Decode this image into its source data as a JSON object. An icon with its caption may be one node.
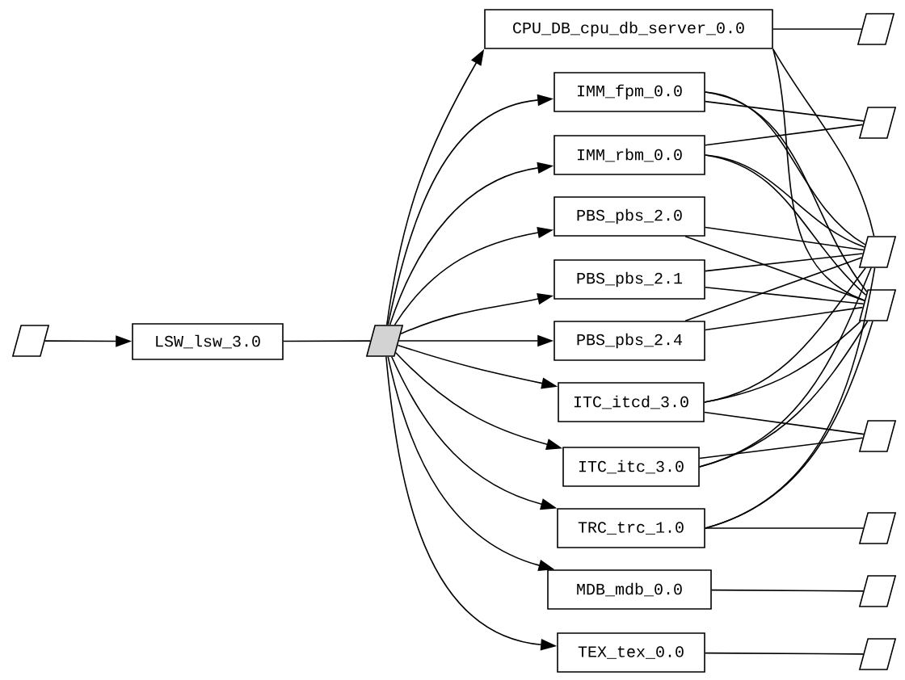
{
  "diagram": {
    "nodes": [
      {
        "text": [],
        "shape": "parallelogram"
      },
      {
        "text": [
          "LSW_lsw_3.0"
        ]
      },
      {
        "text": [],
        "shape": "parallelogram"
      },
      {
        "text": [
          "CPU_DB_cpu_db_server_0.0"
        ]
      },
      {
        "text": [
          "IMM_fpm_0.0"
        ]
      },
      {
        "text": [
          "IMM_rbm_0.0"
        ]
      },
      {
        "text": [
          "PBS_pbs_2.0"
        ]
      },
      {
        "text": [
          "PBS_pbs_2.1"
        ]
      },
      {
        "text": [
          "PBS_pbs_2.4"
        ]
      },
      {
        "text": [
          "ITC_itcd_3.0"
        ]
      },
      {
        "text": [
          "ITC_itc_3.0"
        ]
      },
      {
        "text": [
          "TRC_trc_1.0"
        ]
      },
      {
        "text": [
          "MDB_mdb_0.0"
        ]
      },
      {
        "text": [
          "TEX_tex_0.0"
        ]
      },
      {
        "text": [],
        "shape": "parallelogram"
      },
      {
        "text": [],
        "shape": "parallelogram"
      },
      {
        "text": [],
        "shape": "parallelogram"
      },
      {
        "text": [],
        "shape": "parallelogram"
      },
      {
        "text": [],
        "shape": "parallelogram"
      },
      {
        "text": [],
        "shape": "parallelogram"
      },
      {
        "text": [],
        "shape": "parallelogram"
      },
      {
        "text": [],
        "shape": "parallelogram"
      }
    ],
    "edges": [
      {
        "from": 0,
        "to": 1,
        "arrow": "to"
      },
      {
        "from": 1,
        "to": 2,
        "arrow": "none"
      },
      {
        "from": 2,
        "to": 3,
        "arrow": "to"
      },
      {
        "from": 2,
        "to": 4,
        "arrow": "to"
      },
      {
        "from": 2,
        "to": 5,
        "arrow": "to"
      },
      {
        "from": 2,
        "to": 6,
        "arrow": "to"
      },
      {
        "from": 2,
        "to": 7,
        "arrow": "to"
      },
      {
        "from": 2,
        "to": 8,
        "arrow": "to"
      },
      {
        "from": 2,
        "to": 9,
        "arrow": "to"
      },
      {
        "from": 2,
        "to": 10,
        "arrow": "to"
      },
      {
        "from": 2,
        "to": 11,
        "arrow": "to"
      },
      {
        "from": 2,
        "to": 12,
        "arrow": "to"
      },
      {
        "from": 2,
        "to": 13,
        "arrow": "to"
      },
      {
        "from": 3,
        "to": 14,
        "arrow": "none"
      },
      {
        "from": 3,
        "to": 16,
        "arrow": "none"
      },
      {
        "from": 3,
        "to": 17,
        "arrow": "none"
      },
      {
        "from": 4,
        "to": 15,
        "arrow": "none"
      },
      {
        "from": 4,
        "to": 16,
        "arrow": "none"
      },
      {
        "from": 4,
        "to": 17,
        "arrow": "none"
      },
      {
        "from": 5,
        "to": 15,
        "arrow": "none"
      },
      {
        "from": 5,
        "to": 16,
        "arrow": "none"
      },
      {
        "from": 5,
        "to": 17,
        "arrow": "none"
      },
      {
        "from": 6,
        "to": 16,
        "arrow": "none"
      },
      {
        "from": 6,
        "to": 17,
        "arrow": "none"
      },
      {
        "from": 7,
        "to": 16,
        "arrow": "none"
      },
      {
        "from": 7,
        "to": 17,
        "arrow": "none"
      },
      {
        "from": 8,
        "to": 16,
        "arrow": "none"
      },
      {
        "from": 8,
        "to": 17,
        "arrow": "none"
      },
      {
        "from": 9,
        "to": 16,
        "arrow": "none"
      },
      {
        "from": 9,
        "to": 17,
        "arrow": "none"
      },
      {
        "from": 9,
        "to": 18,
        "arrow": "none"
      },
      {
        "from": 10,
        "to": 18,
        "arrow": "none"
      },
      {
        "from": 10,
        "to": 16,
        "arrow": "none"
      },
      {
        "from": 10,
        "to": 17,
        "arrow": "none"
      },
      {
        "from": 11,
        "to": 19,
        "arrow": "none"
      },
      {
        "from": 11,
        "to": 16,
        "arrow": "none"
      },
      {
        "from": 11,
        "to": 17,
        "arrow": "none"
      },
      {
        "from": 12,
        "to": 20,
        "arrow": "none"
      },
      {
        "from": 13,
        "to": 21,
        "arrow": "none"
      }
    ]
  }
}
